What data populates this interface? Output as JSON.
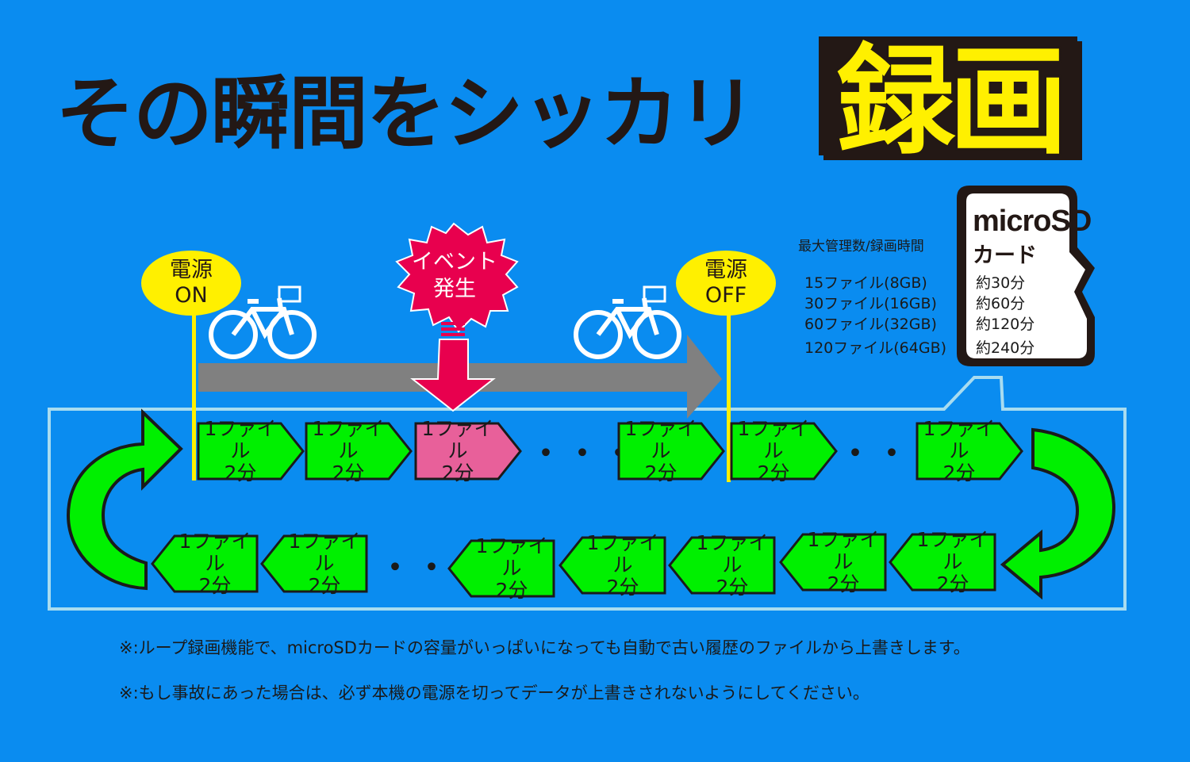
{
  "headline": "その瞬間をシッカリ",
  "headline_emphasis": "録画",
  "power_on": {
    "line1": "電源",
    "line2": "ON"
  },
  "power_off": {
    "line1": "電源",
    "line2": "OFF"
  },
  "event": {
    "line1": "イベント",
    "line2": "発生"
  },
  "chip": {
    "line1": "1ファイル",
    "line2": "2分"
  },
  "dots": "・・・・",
  "sd_card": {
    "title": "microSD",
    "subtitle": "カード"
  },
  "spec": {
    "heading": "最大管理数/録画時間",
    "rows": [
      {
        "files": "15ファイル(8GB)",
        "time": "約30分"
      },
      {
        "files": "30ファイル(16GB)",
        "time": "約60分"
      },
      {
        "files": "60ファイル(32GB)",
        "time": "約120分"
      },
      {
        "files": "120ファイル(64GB)",
        "time": "約240分"
      }
    ]
  },
  "notes": [
    "※:ループ録画機能で、microSDカードの容量がいっぱいになっても自動で古い履歴のファイルから上書きします。",
    "※:もし事故にあった場合は、必ず本機の電源を切ってデータが上書きされないようにしてください。"
  ],
  "colors": {
    "background": "#0a8cf0",
    "chip_green": "#00f000",
    "chip_event": "#e8609a",
    "yellow": "#fff000",
    "event_red": "#e8004e",
    "timeline_gray": "#808080"
  }
}
